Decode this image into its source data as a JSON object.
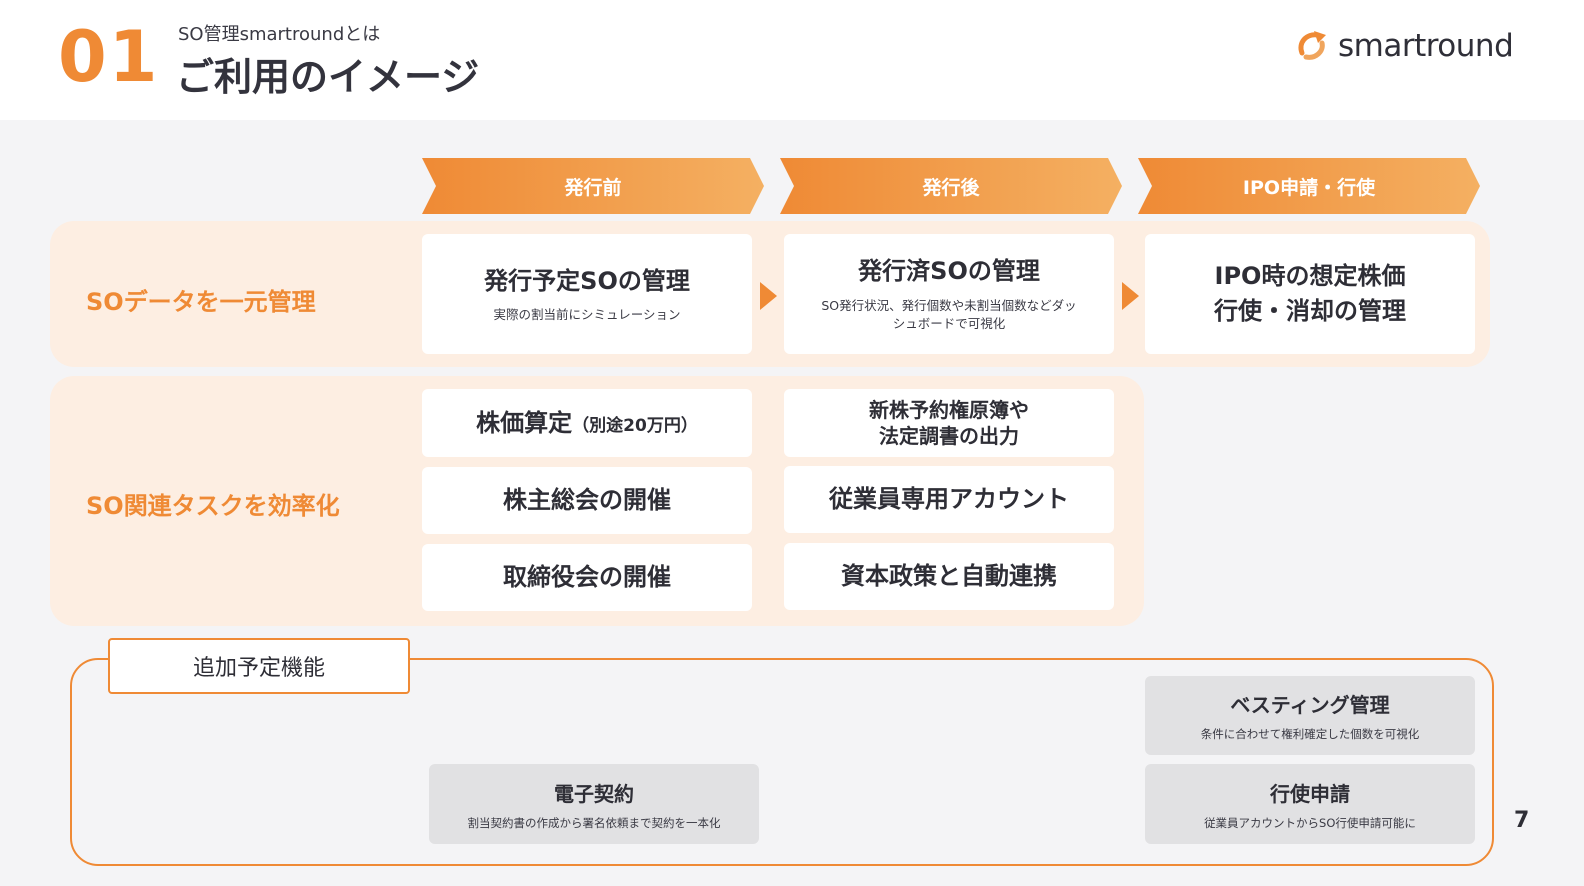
{
  "header": {
    "section_number": "01",
    "subtitle": "SO管理smartroundとは",
    "title": "ご利用のイメージ",
    "logo_text": "smartround",
    "logo_icon": "smartround-logo-icon"
  },
  "stages": [
    {
      "label": "発行前"
    },
    {
      "label": "発行後"
    },
    {
      "label": "IPO申請・行使"
    }
  ],
  "row1": {
    "label": "SOデータを一元管理",
    "cards": [
      {
        "title": "発行予定SOの管理",
        "sub": "実際の割当前にシミュレーション"
      },
      {
        "title": "発行済SOの管理",
        "sub_line1": "SO発行状況、発行個数や未割当個数などダッ",
        "sub_line2": "シュボードで可視化"
      },
      {
        "title_line1": "IPO時の想定株価",
        "title_line2": "行使・消却の管理"
      }
    ]
  },
  "row2": {
    "label": "SO関連タスクを効率化",
    "left_cards": [
      {
        "title": "株価算定",
        "note": "（別途20万円）"
      },
      {
        "title": "株主総会の開催"
      },
      {
        "title": "取締役会の開催"
      }
    ],
    "right_cards": [
      {
        "title_line1": "新株予約権原簿や",
        "title_line2": "法定調書の出力"
      },
      {
        "title": "従業員専用アカウント"
      },
      {
        "title": "資本政策と自動連携"
      }
    ]
  },
  "future": {
    "tag": "追加予定機能",
    "cards": [
      {
        "title": "電子契約",
        "sub": "割当契約書の作成から署名依頼まで契約を一本化"
      },
      {
        "title": "ベスティング管理",
        "sub": "条件に合わせて権利確定した個数を可視化"
      },
      {
        "title": "行使申請",
        "sub": "従業員アカウントからSO行使申請可能に"
      }
    ]
  },
  "page_number": "7",
  "colors": {
    "accent": "#ef8a35",
    "band": "#fdeee2",
    "gray_card": "#e1e1e3",
    "background": "#f4f4f6"
  }
}
